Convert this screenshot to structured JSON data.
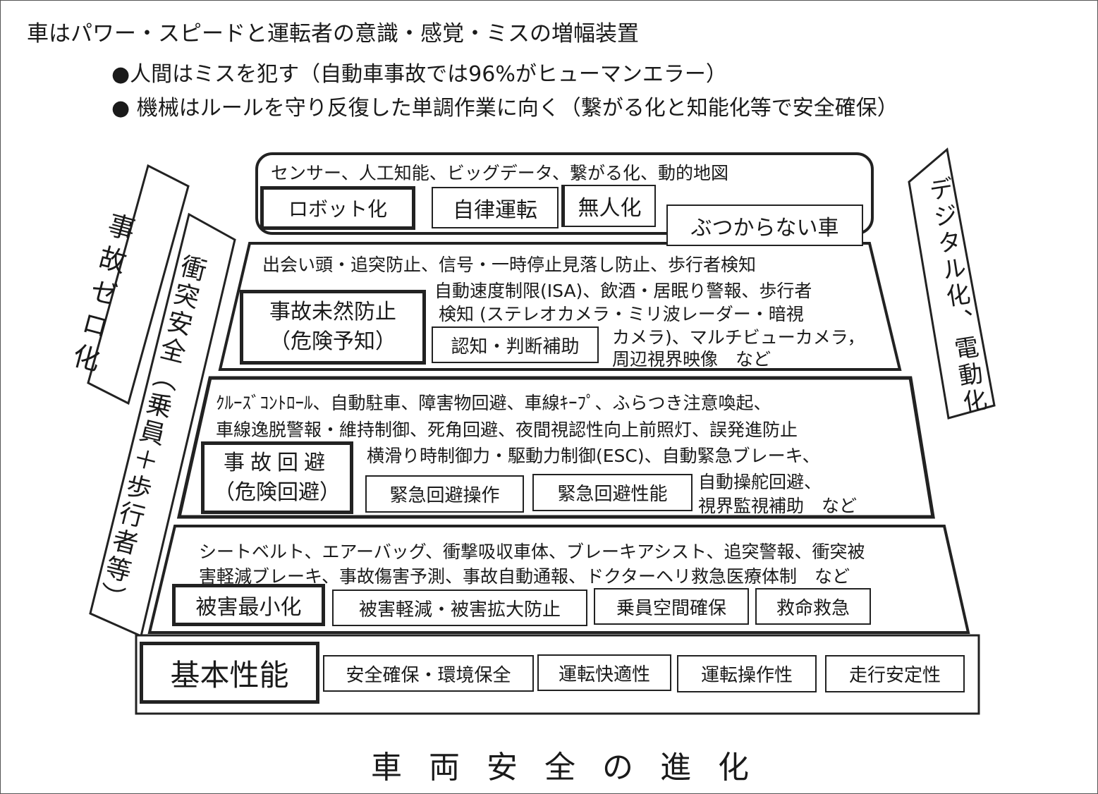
{
  "header": {
    "title": "車はパワー・スピードと運転者の意識・感覚・ミスの増幅装置",
    "bullet1": "●人間はミスを犯す（自動車事故では96%がヒューマンエラー）",
    "bullet2": "●  機械はルールを守り反復した単調作業に向く（繋がる化と知能化等で安全確保）"
  },
  "side": {
    "left_outer": "事故ゼロ化",
    "left_inner": "衝突安全（乗員＋歩行者等）",
    "right": "デジタル化、電動化"
  },
  "tiers": {
    "robot": {
      "desc": "センサー、人工知能、ビッグデータ、繋がる化、動的地図",
      "label": "ロボット化",
      "item1": "自律運転",
      "item2": "無人化",
      "goal": "ぶつからない車"
    },
    "prevent": {
      "line1": "出会い頭・追突防止、信号・一時停止見落し防止、歩行者検知",
      "line2": "自動速度制限(ISA)、飲酒・居眠り警報、歩行者",
      "line3": "検知 (ステレオカメラ・ミリ波レーダー・暗視",
      "line4": "カメラ)、マルチビューカメラ，",
      "line5": "周辺視界映像　など",
      "label1": "事故未然防止",
      "label2": "（危険予知）",
      "item1": "認知・判断補助"
    },
    "avoid": {
      "line1": "ｸﾙｰｽﾞｺﾝﾄﾛｰﾙ、自動駐車、障害物回避、車線ｷｰﾌﾟ、ふらつき注意喚起、",
      "line2": "車線逸脱警報・維持制御、死角回避、夜間視認性向上前照灯、誤発進防止",
      "line3": "横滑り時制御力・駆動力制御(ESC)、自動緊急ブレーキ、",
      "line4": "自動操舵回避、",
      "line5": "視界監視補助　など",
      "label1": "事故回避",
      "label2": "（危険回避）",
      "item1": "緊急回避操作",
      "item2": "緊急回避性能"
    },
    "damage": {
      "line1": "シートベルト、エアーバッグ、衝撃吸収車体、ブレーキアシスト、追突警報、衝突被",
      "line2": "害軽減ブレーキ、事故傷害予測、事故自動通報、ドクターヘリ救急医療体制　など",
      "label": "被害最小化",
      "item1": "被害軽減・被害拡大防止",
      "item2": "乗員空間確保",
      "item3": "救命救急"
    },
    "basic": {
      "label": "基本性能",
      "item1": "安全確保・環境保全",
      "item2": "運転快適性",
      "item3": "運転操作性",
      "item4": "走行安定性"
    }
  },
  "footer": {
    "caption": "車両安全の進化"
  }
}
